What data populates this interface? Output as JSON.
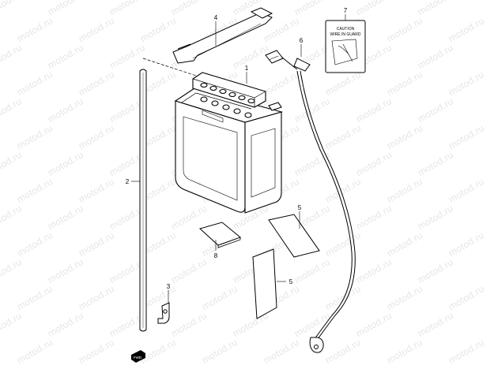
{
  "watermark": {
    "text": "motod.ru"
  },
  "callouts": {
    "battery": "1",
    "bracket_rod": "2",
    "clamp": "3",
    "strap": "4",
    "pad_upper": "5",
    "pad_lower": "5",
    "cable": "6",
    "caution_label": "7",
    "pad_small": "8"
  },
  "caution_label": {
    "line1": "CAUTION",
    "line2": "WIRE IN GUARD"
  },
  "fwd_arrow": {
    "text": "FWD"
  }
}
